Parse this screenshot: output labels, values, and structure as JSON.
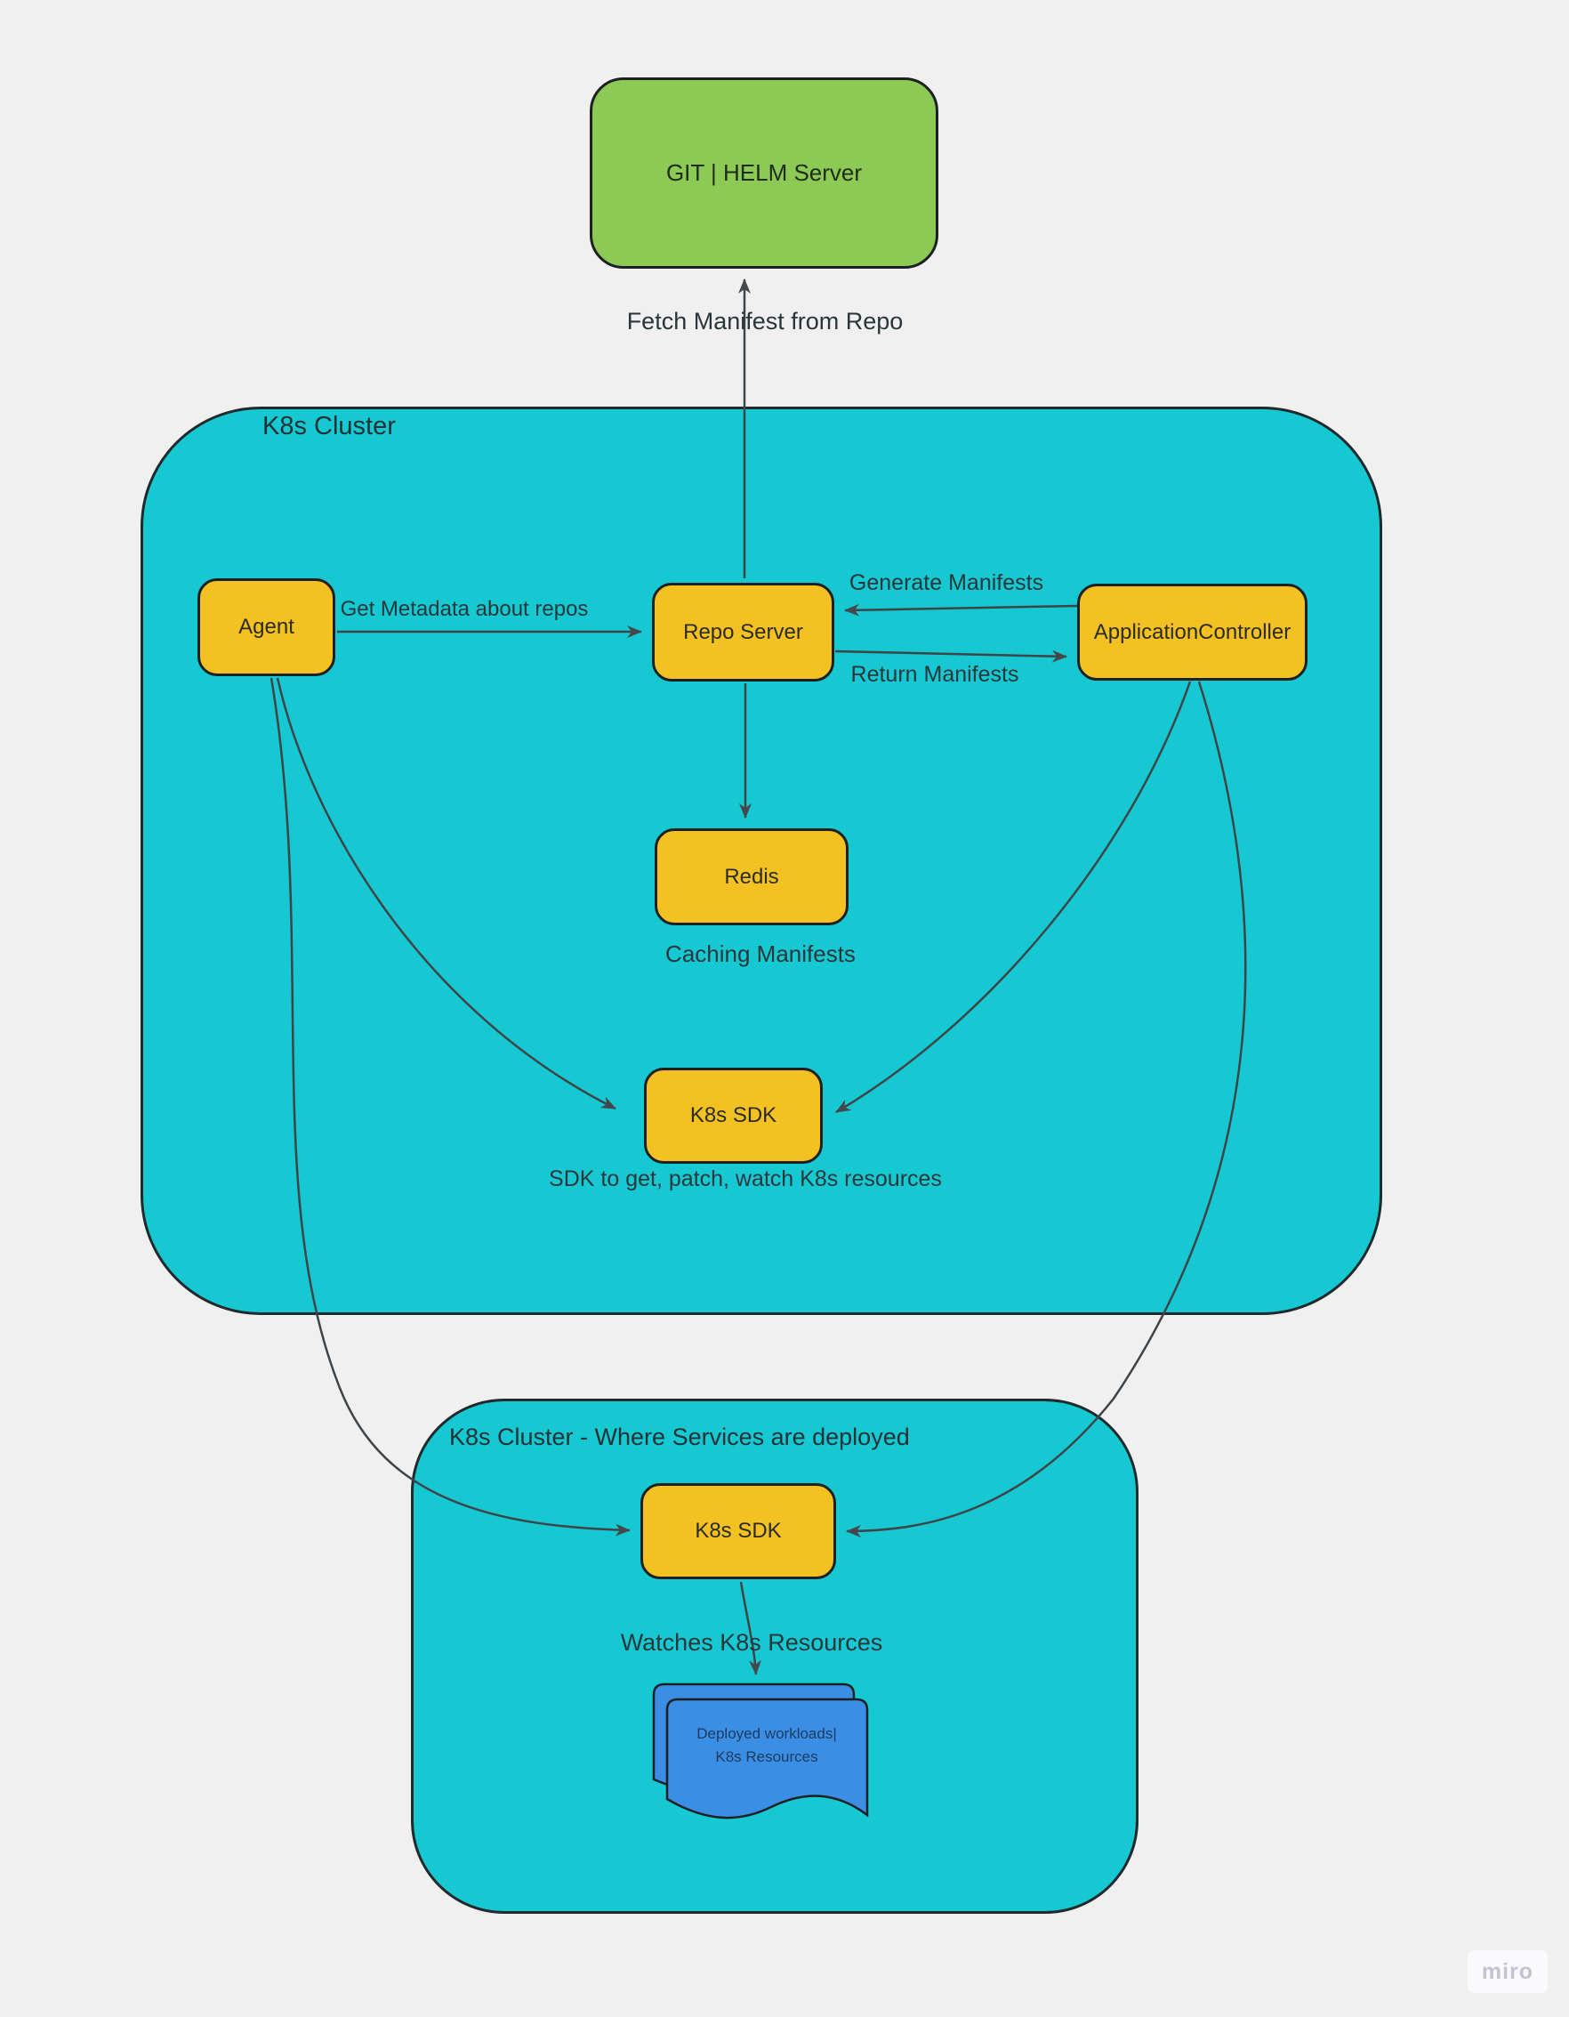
{
  "colors": {
    "background": "#f0f0f1",
    "cluster_fill": "#16c8d2",
    "node_fill": "#f3c222",
    "git_fill": "#8cc955",
    "document_fill": "#3a8ee4",
    "line": "#3e4447",
    "text": "#2c3437",
    "watermark_text": "#c4c3d2"
  },
  "git_server": {
    "label": "GIT | HELM Server"
  },
  "cluster_main": {
    "title": "K8s Cluster",
    "nodes": {
      "agent": "Agent",
      "repo_server": "Repo Server",
      "application_controller": "ApplicationController",
      "redis": "Redis",
      "k8s_sdk": "K8s SDK"
    }
  },
  "cluster_deploy": {
    "title": "K8s Cluster - Where Services are deployed",
    "nodes": {
      "k8s_sdk": "K8s SDK"
    },
    "document": {
      "line1": "Deployed workloads|",
      "line2": "K8s Resources"
    }
  },
  "edge_labels": {
    "fetch_manifest": "Fetch Manifest from Repo",
    "get_metadata": "Get Metadata about repos",
    "generate_manifests": "Generate Manifests",
    "return_manifests": "Return Manifests",
    "caching_manifests": "Caching Manifests",
    "sdk_caption": "SDK to get, patch, watch K8s resources",
    "watches_resources": "Watches K8s Resources"
  },
  "watermark": "miro"
}
